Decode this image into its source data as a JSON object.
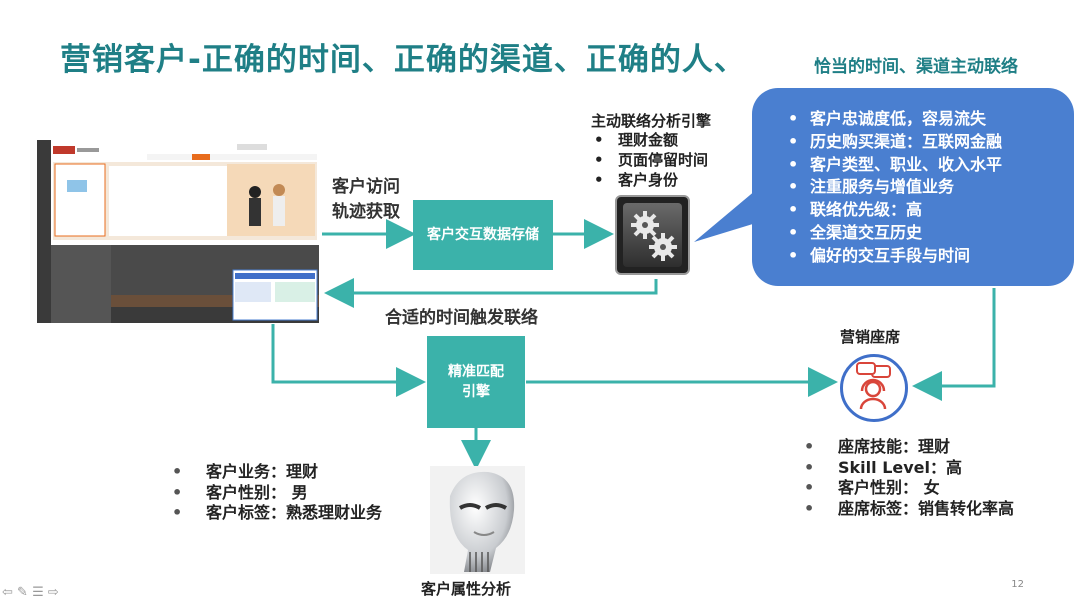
{
  "title": {
    "main": "营销客户-正确的时间、正确的渠道、正确的人、",
    "sub": "恰当的时间、渠道主动联络"
  },
  "visit_label_line1": "客户访问",
  "visit_label_line2": "轨迹获取",
  "storage_box": "客户交互数据存储",
  "engine": {
    "title": "主动联络分析引擎",
    "items": [
      "理财金额",
      "页面停留时间",
      "客户身份"
    ]
  },
  "bubble_items": [
    "客户忠诚度低，容易流失",
    "历史购买渠道：互联网金融",
    "客户类型、职业、收入水平",
    "注重服务与增值业务",
    "联络优先级：高",
    "全渠道交互历史",
    "偏好的交互手段与时间"
  ],
  "trigger_label": "合适的时间触发联络",
  "match_engine_line1": "精准匹配",
  "match_engine_line2": "引擎",
  "agent_label": "营销座席",
  "agent_items": [
    "座席技能：理财",
    "Skill Level：高",
    "客户性别：  女",
    "座席标签：销售转化率高"
  ],
  "customer_items": [
    "客户业务：理财",
    "客户性别：  男",
    "客户标签：熟悉理财业务"
  ],
  "profile_label": "客户属性分析",
  "slide_number": "12",
  "colors": {
    "title": "#1f7f86",
    "teal": "#3bb2aa",
    "bubble": "#4a7fd0",
    "arrow": "#3bb2aa"
  }
}
